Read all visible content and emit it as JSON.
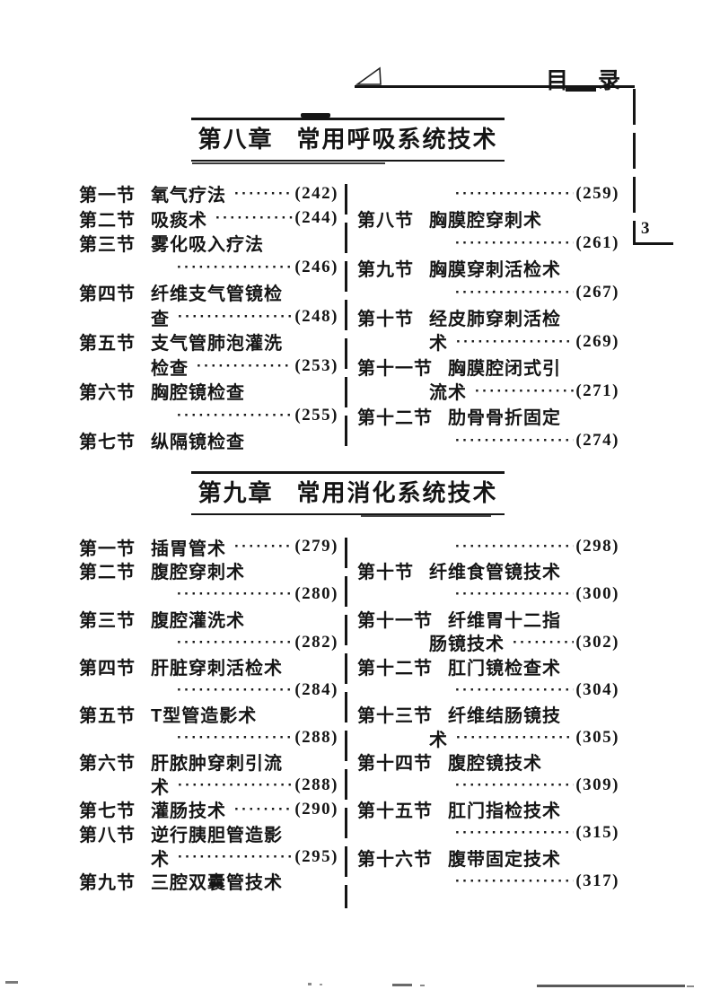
{
  "page": {
    "running_head": "目　录",
    "folio": "3",
    "dot_leader_char": "·",
    "ink_color": "#151515"
  },
  "chapters": [
    {
      "number": "第八章",
      "title": "常用呼吸系统技术",
      "columns": {
        "left": [
          {
            "label": "第一节",
            "text": "氧气疗法",
            "page": "(242)"
          },
          {
            "label": "第二节",
            "text": "吸痰术",
            "page": "(244)"
          },
          {
            "label": "第三节",
            "text": "雾化吸入疗法"
          },
          {
            "page": "(246)"
          },
          {
            "label": "第四节",
            "text": "纤维支气管镜检"
          },
          {
            "text": "查",
            "page": "(248)"
          },
          {
            "label": "第五节",
            "text": "支气管肺泡灌洗"
          },
          {
            "text": "检查",
            "page": "(253)"
          },
          {
            "label": "第六节",
            "text": "胸腔镜检查"
          },
          {
            "page": "(255)"
          },
          {
            "label": "第七节",
            "text": "纵隔镜检查"
          }
        ],
        "right": [
          {
            "page": "(259)"
          },
          {
            "label": "第八节",
            "text": "胸膜腔穿刺术"
          },
          {
            "page": "(261)"
          },
          {
            "label": "第九节",
            "text": "胸膜穿刺活检术"
          },
          {
            "page": "(267)"
          },
          {
            "label": "第十节",
            "text": "经皮肺穿刺活检"
          },
          {
            "text": "术",
            "page": "(269)"
          },
          {
            "label": "第十一节",
            "text": "胸膜腔闭式引"
          },
          {
            "text": "流术",
            "page": "(271)"
          },
          {
            "label": "第十二节",
            "text": "肋骨骨折固定"
          },
          {
            "page": "(274)"
          }
        ]
      }
    },
    {
      "number": "第九章",
      "title": "常用消化系统技术",
      "columns": {
        "left": [
          {
            "label": "第一节",
            "text": "插胃管术",
            "page": "(279)"
          },
          {
            "label": "第二节",
            "text": "腹腔穿刺术"
          },
          {
            "page": "(280)"
          },
          {
            "label": "第三节",
            "text": "腹腔灌洗术"
          },
          {
            "page": "(282)"
          },
          {
            "label": "第四节",
            "text": "肝脏穿刺活检术"
          },
          {
            "page": "(284)"
          },
          {
            "label": "第五节",
            "text": "T型管造影术"
          },
          {
            "page": "(288)"
          },
          {
            "label": "第六节",
            "text": "肝脓肿穿刺引流"
          },
          {
            "text": "术",
            "page": "(288)"
          },
          {
            "label": "第七节",
            "text": "灌肠技术",
            "page": "(290)"
          },
          {
            "label": "第八节",
            "text": "逆行胰胆管造影"
          },
          {
            "text": "术",
            "page": "(295)"
          },
          {
            "label": "第九节",
            "text": "三腔双囊管技术"
          }
        ],
        "right": [
          {
            "page": "(298)"
          },
          {
            "label": "第十节",
            "text": "纤维食管镜技术"
          },
          {
            "page": "(300)"
          },
          {
            "label": "第十一节",
            "text": "纤维胃十二指"
          },
          {
            "text": "肠镜技术",
            "page": "(302)"
          },
          {
            "label": "第十二节",
            "text": "肛门镜检查术"
          },
          {
            "page": "(304)"
          },
          {
            "label": "第十三节",
            "text": "纤维结肠镜技"
          },
          {
            "text": "术",
            "page": "(305)"
          },
          {
            "label": "第十四节",
            "text": "腹腔镜技术"
          },
          {
            "page": "(309)"
          },
          {
            "label": "第十五节",
            "text": "肛门指检技术"
          },
          {
            "page": "(315)"
          },
          {
            "label": "第十六节",
            "text": "腹带固定技术"
          },
          {
            "page": "(317)"
          }
        ]
      }
    }
  ]
}
